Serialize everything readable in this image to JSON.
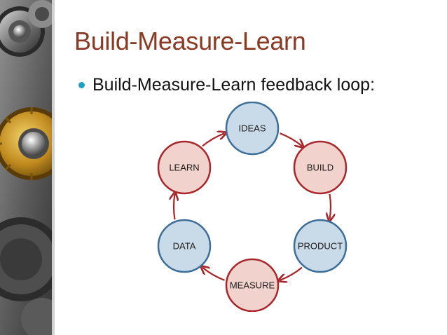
{
  "slide": {
    "title": "Build-Measure-Learn",
    "bullet": "Build-Measure-Learn feedback loop:"
  },
  "diagram": {
    "nodes": [
      {
        "id": "ideas",
        "label": "IDEAS",
        "kind": "blue"
      },
      {
        "id": "build",
        "label": "BUILD",
        "kind": "red"
      },
      {
        "id": "product",
        "label": "PRODUCT",
        "kind": "blue"
      },
      {
        "id": "measure",
        "label": "MEASURE",
        "kind": "red"
      },
      {
        "id": "data",
        "label": "DATA",
        "kind": "blue"
      },
      {
        "id": "learn",
        "label": "LEARN",
        "kind": "red"
      }
    ],
    "colors": {
      "blue_fill": "#c9dbe9",
      "blue_stroke": "#3c6e98",
      "red_fill": "#f2d2cc",
      "red_stroke": "#a8262a",
      "arrow": "#a8262a"
    }
  },
  "theme": {
    "title_color": "#8a3a22",
    "bullet_color": "#1fa0c8"
  }
}
